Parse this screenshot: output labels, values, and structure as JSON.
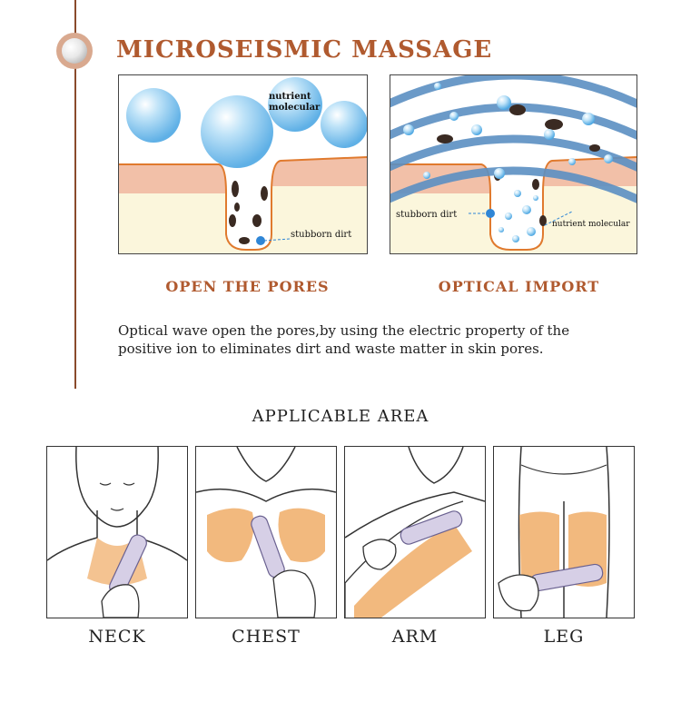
{
  "section": {
    "title": "MICROSEISMIC MASSAGE"
  },
  "diagram_left": {
    "label_nutrient": [
      "nutrient",
      "molecular"
    ],
    "label_dirt": "stubborn dirt",
    "caption": "OPEN THE PORES"
  },
  "diagram_right": {
    "label_dirt": "stubborn dirt",
    "label_nutrient": "nutrient molecular",
    "caption": "OPTICAL IMPORT"
  },
  "description": "Optical wave open the pores,by using the electric property of the positive ion to eliminates dirt and waste matter in skin pores.",
  "applicable": {
    "heading": "APPLICABLE AREA",
    "areas": [
      {
        "label": "NECK"
      },
      {
        "label": "CHEST"
      },
      {
        "label": "ARM"
      },
      {
        "label": "LEG"
      }
    ]
  },
  "colors": {
    "accent": "#b05a2f",
    "skin_band": "#f2c0a8",
    "skin_body": "#fbf6dc",
    "bubble": "#8fcaf0",
    "wave": "#5b8fc2",
    "highlight": "#f2b97e"
  }
}
